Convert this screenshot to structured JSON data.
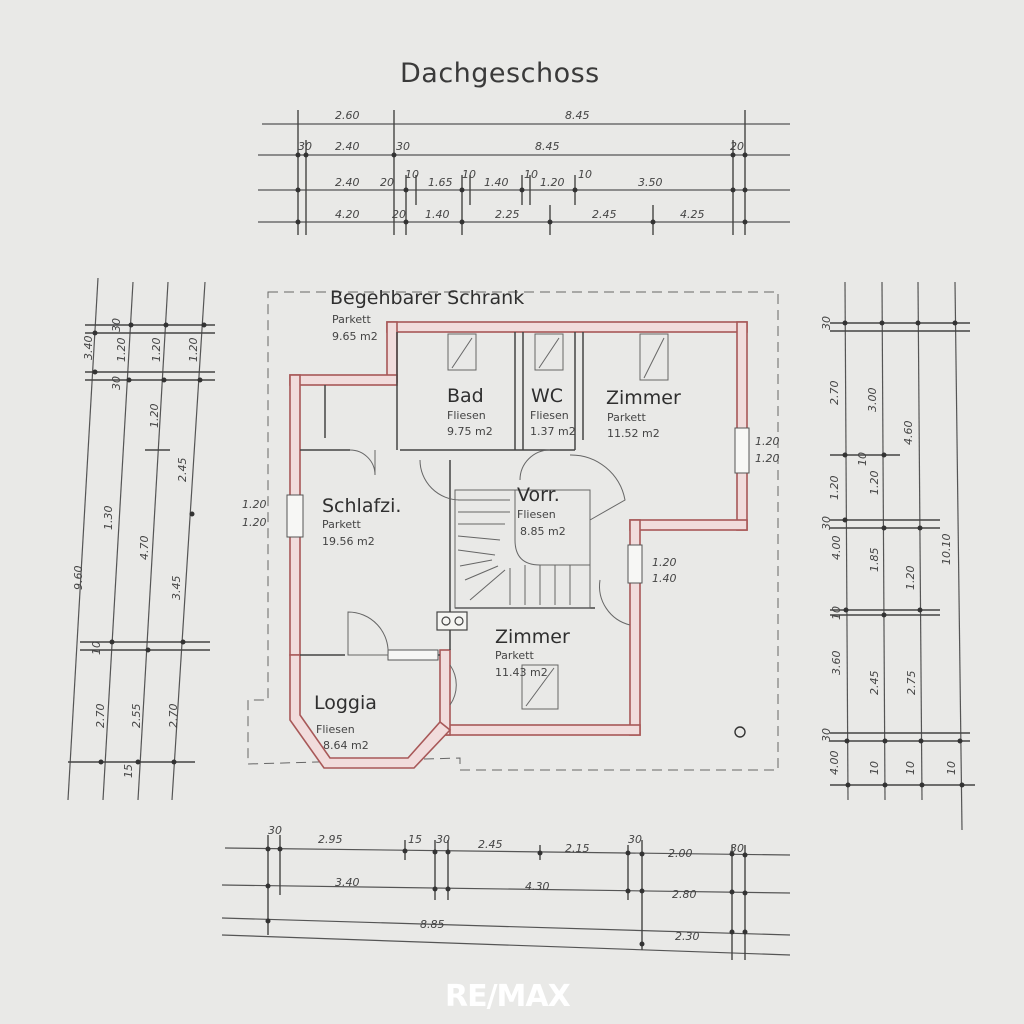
{
  "title": "Dachgeschoss",
  "walk_in_closet": {
    "name": "Begehbarer Schrank",
    "floor": "Parkett",
    "area": "9.65 m2"
  },
  "rooms": [
    {
      "name": "Bad",
      "floor": "Fliesen",
      "area": "9.75 m2"
    },
    {
      "name": "WC",
      "floor": "Fliesen",
      "area": "1.37 m2"
    },
    {
      "name": "Zimmer",
      "floor": "Parkett",
      "area": "11.52 m2"
    },
    {
      "name": "Schlafzi.",
      "floor": "Parkett",
      "area": "19.56 m2"
    },
    {
      "name": "Vorr.",
      "floor": "Fliesen",
      "area": "8.85 m2"
    },
    {
      "name": "Zimmer",
      "floor": "Parkett",
      "area": "11.43 m2"
    },
    {
      "name": "Loggia",
      "floor": "Fliesen",
      "area": "8.64 m2"
    }
  ],
  "dims_top": {
    "row1": [
      "2.60",
      "8.45"
    ],
    "row2": [
      "30",
      "2.40",
      "30",
      "8.45",
      "20"
    ],
    "row3": [
      "2.40",
      "20",
      "10",
      "1.65",
      "10",
      "1.40",
      "10",
      "1.20",
      "10",
      "3.50"
    ],
    "row4": [
      "4.20",
      "20",
      "1.40",
      "2.25",
      "2.45",
      "4.25"
    ]
  },
  "dims_left": [
    "3.40",
    "30",
    "1.20",
    "1.20",
    "1.20",
    "30",
    "1.20",
    "2.45",
    "1.30",
    "4.70",
    "3.45",
    "9.60",
    "10",
    "2.70",
    "2.55",
    "2.70",
    "15"
  ],
  "dims_right": [
    "30",
    "2.70",
    "3.00",
    "4.60",
    "1.20",
    "10",
    "1.20",
    "30",
    "4.00",
    "1.85",
    "10",
    "1.20",
    "3.60",
    "2.45",
    "2.75",
    "30",
    "4.00",
    "10",
    "10",
    "10",
    "10.10"
  ],
  "dims_bottom": {
    "row1": [
      "30",
      "2.95",
      "15",
      "30",
      "2.45",
      "2.15",
      "30",
      "2.00",
      "30"
    ],
    "row2": [
      "3.40",
      "4.30",
      "2.80"
    ],
    "row3": [
      "8.85",
      "2.30"
    ]
  },
  "window_dims": [
    "1.20",
    "1.20",
    "1.20",
    "1.20",
    "1.20",
    "1.40"
  ],
  "logo": "RE/MAX"
}
